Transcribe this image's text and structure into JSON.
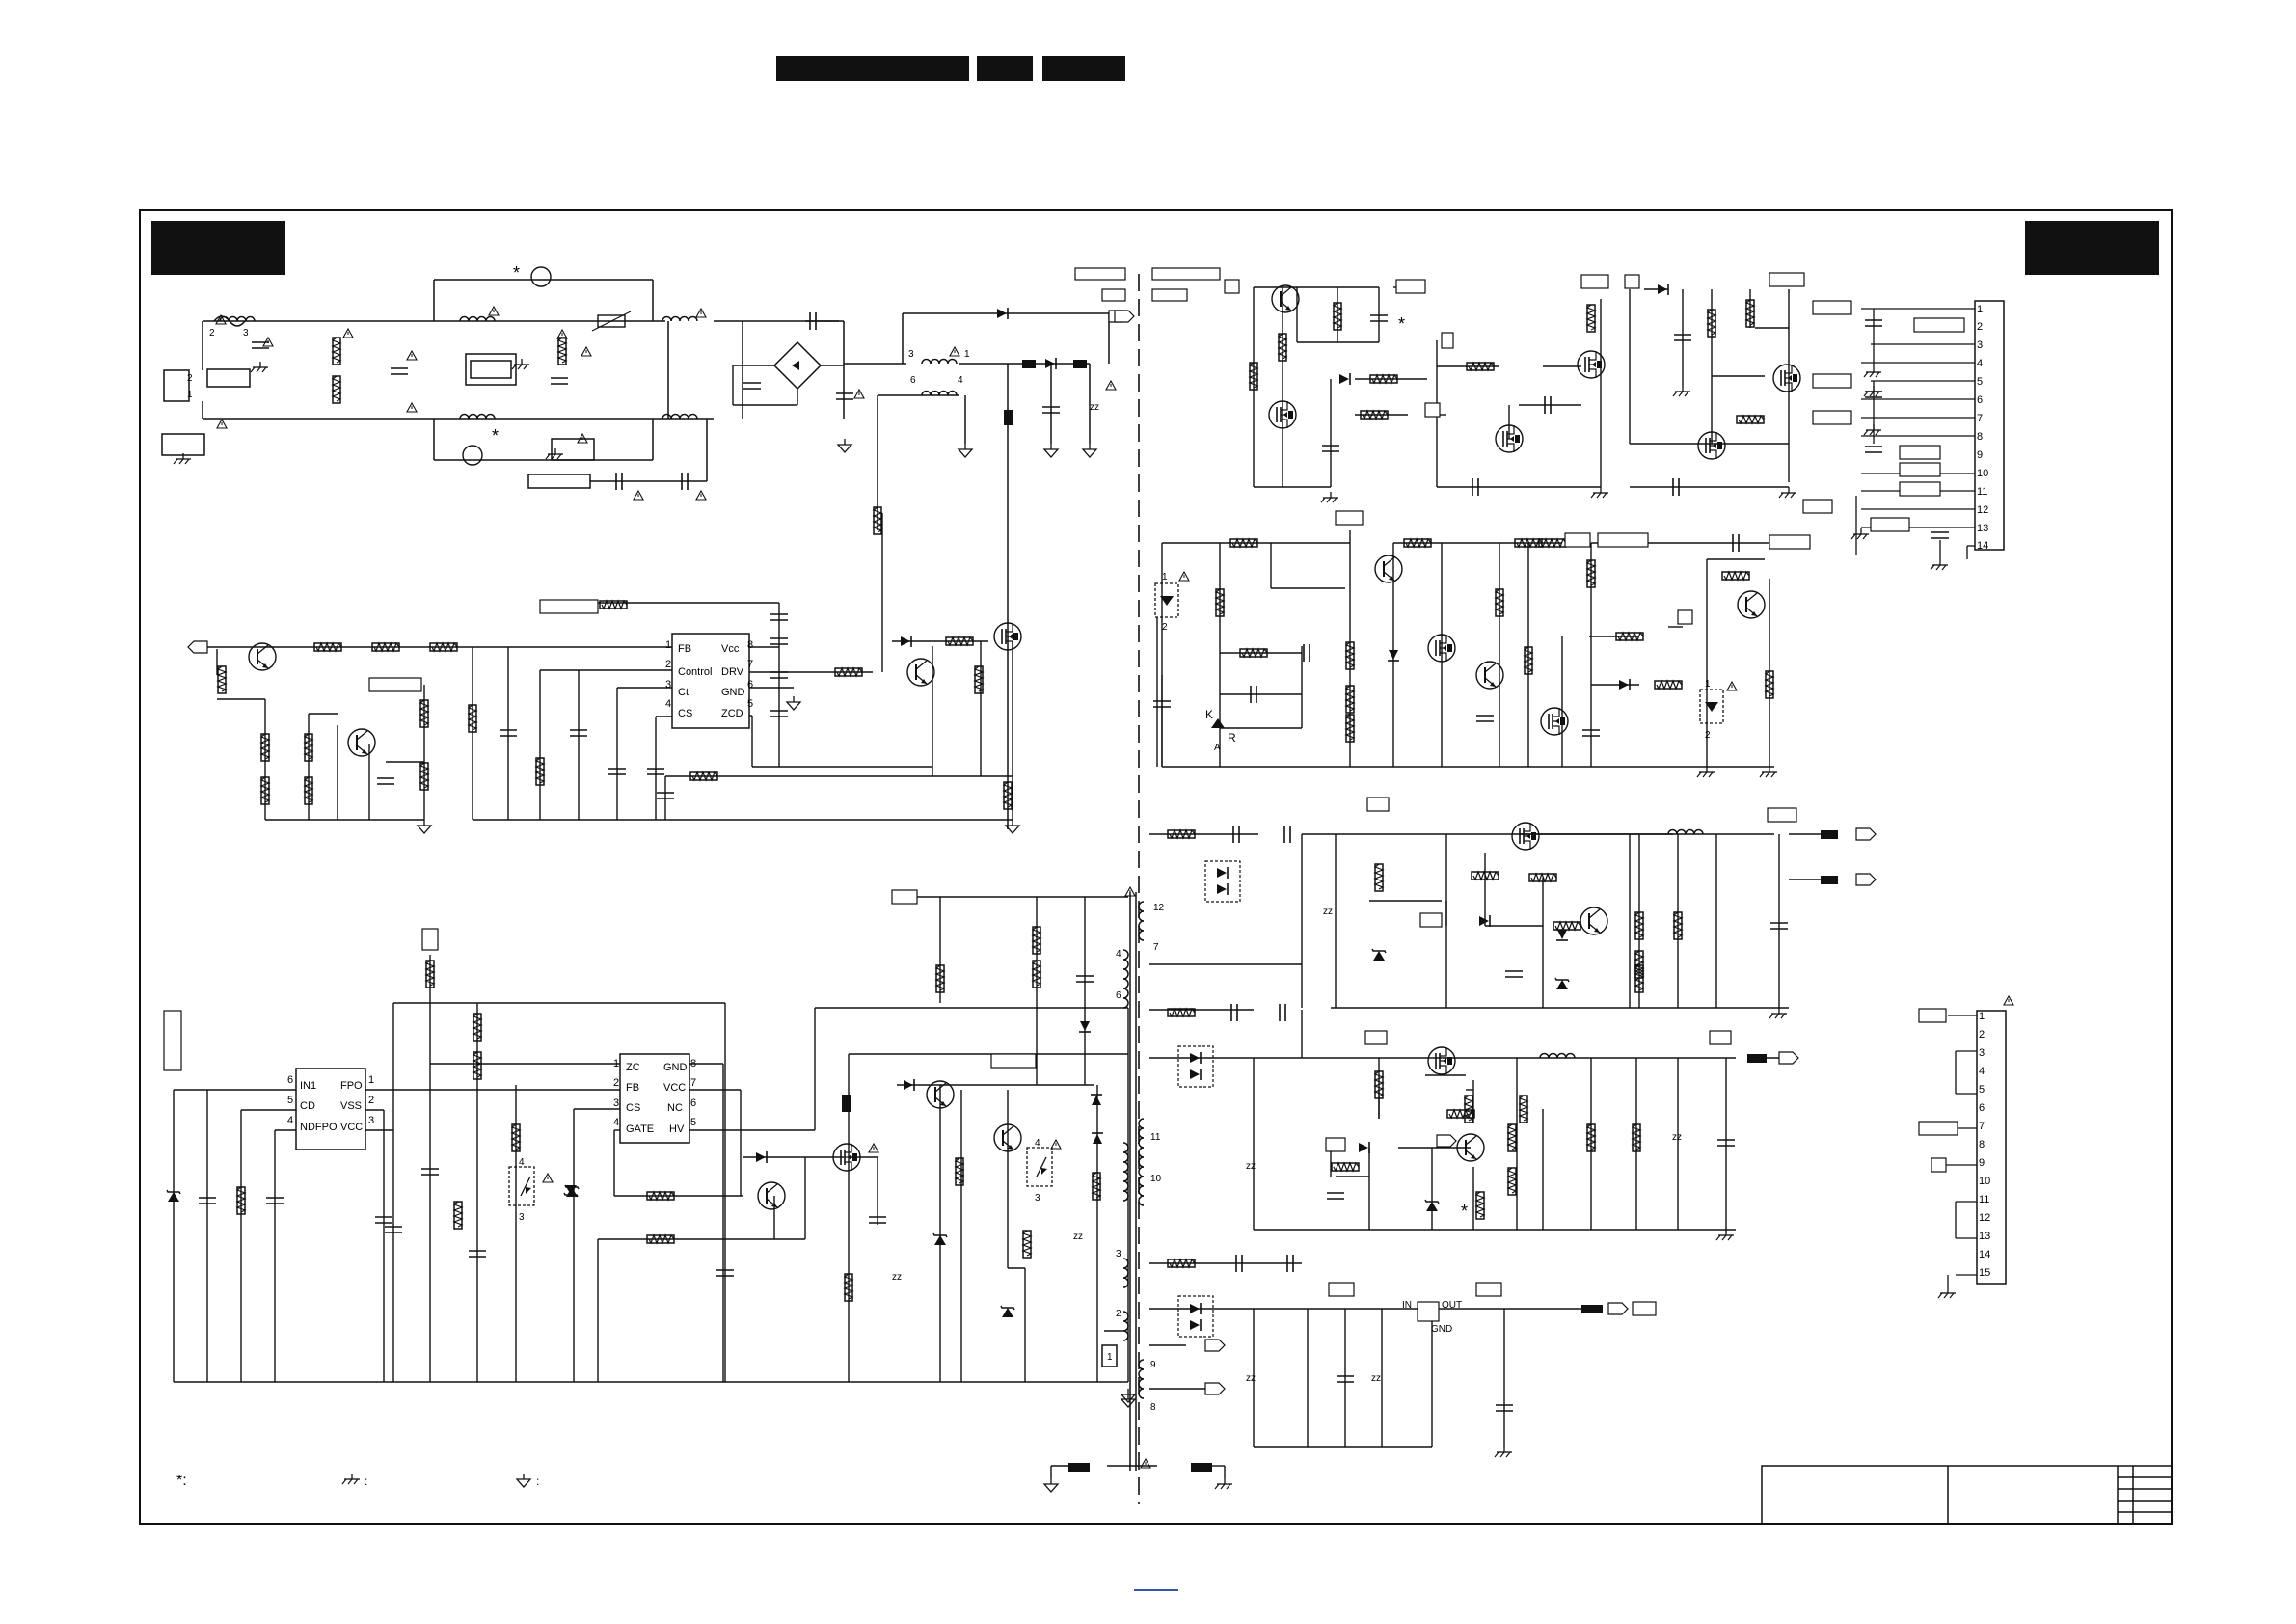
{
  "ic_power_controller": {
    "pins_left": [
      {
        "num": "1",
        "name": "FB"
      },
      {
        "num": "2",
        "name": "Control"
      },
      {
        "num": "3",
        "name": "Ct"
      },
      {
        "num": "4",
        "name": "CS"
      }
    ],
    "pins_right": [
      {
        "num": "8",
        "name": "Vcc"
      },
      {
        "num": "7",
        "name": "DRV"
      },
      {
        "num": "6",
        "name": "GND"
      },
      {
        "num": "5",
        "name": "ZCD"
      }
    ]
  },
  "ic_standby_controller": {
    "pins_left": [
      {
        "num": "1",
        "name": "ZC"
      },
      {
        "num": "2",
        "name": "FB"
      },
      {
        "num": "3",
        "name": "CS"
      },
      {
        "num": "4",
        "name": "GATE"
      }
    ],
    "pins_right": [
      {
        "num": "8",
        "name": "GND"
      },
      {
        "num": "7",
        "name": "VCC"
      },
      {
        "num": "6",
        "name": "NC"
      },
      {
        "num": "5",
        "name": "HV"
      }
    ]
  },
  "ic_protection": {
    "pins_left": [
      {
        "num": "6",
        "name": "IN1"
      },
      {
        "num": "5",
        "name": "CD"
      },
      {
        "num": "4",
        "name": "NDFPO"
      }
    ],
    "pins_right": [
      {
        "num": "1",
        "name": "FPO"
      },
      {
        "num": "2",
        "name": "VSS"
      },
      {
        "num": "3",
        "name": "VCC"
      }
    ]
  },
  "regulator": {
    "in": "IN",
    "out": "OUT",
    "gnd": "GND"
  },
  "shunt_ref": {
    "k": "K",
    "a": "A",
    "r": "R"
  },
  "connector_top": {
    "pins": [
      "1",
      "2",
      "3",
      "4",
      "5",
      "6",
      "7",
      "8",
      "9",
      "10",
      "11",
      "12",
      "13",
      "14"
    ]
  },
  "connector_bottom": {
    "pins": [
      "1",
      "2",
      "3",
      "4",
      "5",
      "6",
      "7",
      "8",
      "9",
      "10",
      "11",
      "12",
      "13",
      "14",
      "15"
    ]
  },
  "transformer_top": {
    "w1a": "3",
    "w1b": "1",
    "w2a": "6",
    "w2b": "4"
  },
  "transformer_main": {
    "windings": [
      "12",
      "7",
      "4",
      "6",
      "11",
      "10",
      "3",
      "2",
      "1",
      "9",
      "8"
    ]
  },
  "optocoupler_pins": {
    "p1": "1",
    "p2": "2",
    "p3": "3",
    "p4": "4"
  },
  "fuse_pins": {
    "a": "2",
    "b": "3"
  },
  "mains_pins": {
    "a": "2",
    "b": "1"
  },
  "zz_mark": "zz",
  "legend": {
    "asterisk": "*:",
    "chassis": ":",
    "hot": ":"
  },
  "special_mark": "*"
}
